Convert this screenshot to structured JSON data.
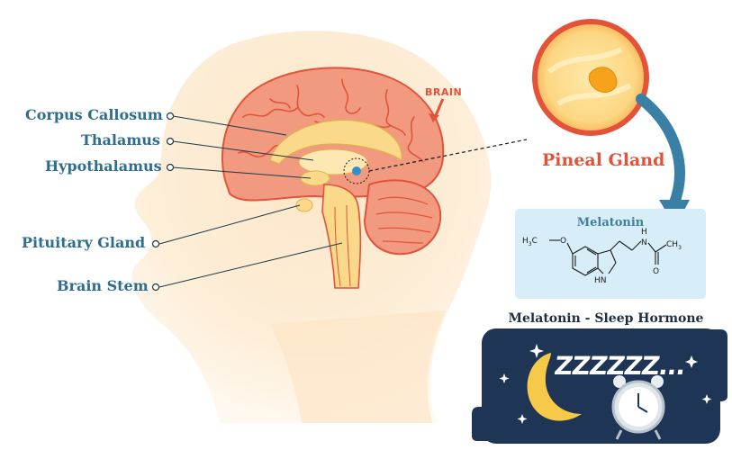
{
  "labels": {
    "corpus_callosum": "Corpus Callosum",
    "thalamus": "Thalamus",
    "hypothalamus": "Hypothalamus",
    "pituitary_gland": "Pituitary Gland",
    "brain_stem": "Brain Stem"
  },
  "brain": "BRAIN",
  "pineal_gland": "Pineal Gland",
  "melatonin": {
    "title": "Melatonin",
    "methoxy_h": "H",
    "methoxy_sub": "3",
    "methoxy_rest": "C",
    "oxygen": "O",
    "nh_ring": "HN",
    "amide_h": "H",
    "amide_n": "N",
    "carbonyl_o": "O",
    "ch3": "CH",
    "ch3_sub": "3"
  },
  "sleep": {
    "title": "Melatonin - Sleep Hormone",
    "zzz": "ZZZZZZ..."
  },
  "colors": {
    "label_blue": "#2f6d8f",
    "accent_red": "#e2533a",
    "head_peach": "#fde2c4",
    "brain_salmon": "#f2907a",
    "night_navy": "#1f3556",
    "moon_yellow": "#f7c948"
  }
}
